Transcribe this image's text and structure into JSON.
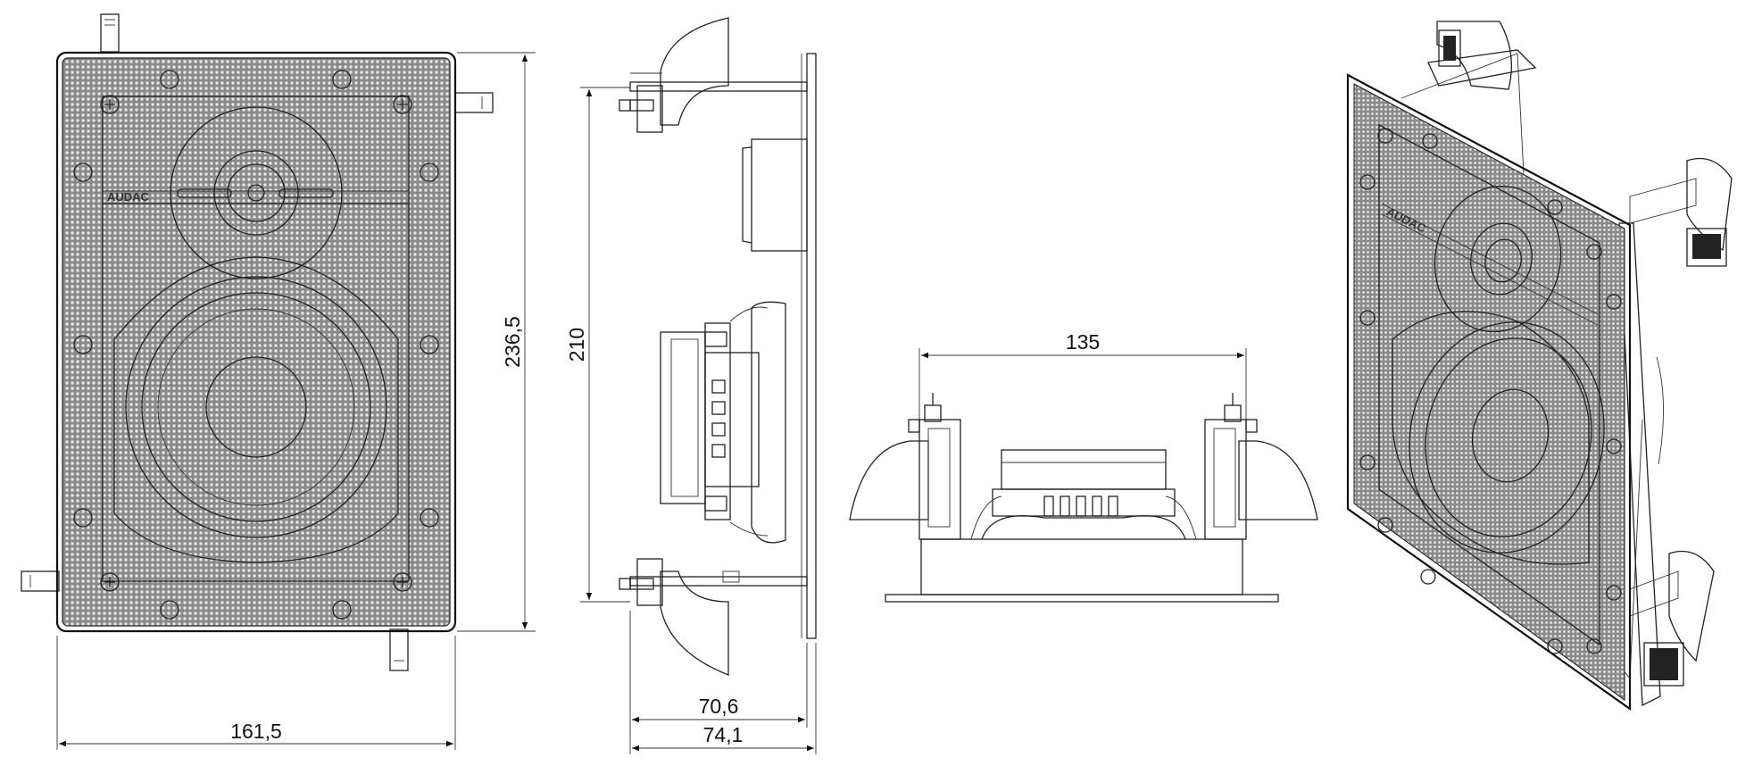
{
  "logo": {
    "brand": "AUDAC"
  },
  "dimensions": {
    "front_width": "161,5",
    "front_height": "236,5",
    "side_height": "210",
    "side_depth_inner": "70,6",
    "side_depth_total": "74,1",
    "bottom_width": "135"
  },
  "colors": {
    "line": "#222222",
    "grille": "#777777",
    "background": "#ffffff"
  }
}
